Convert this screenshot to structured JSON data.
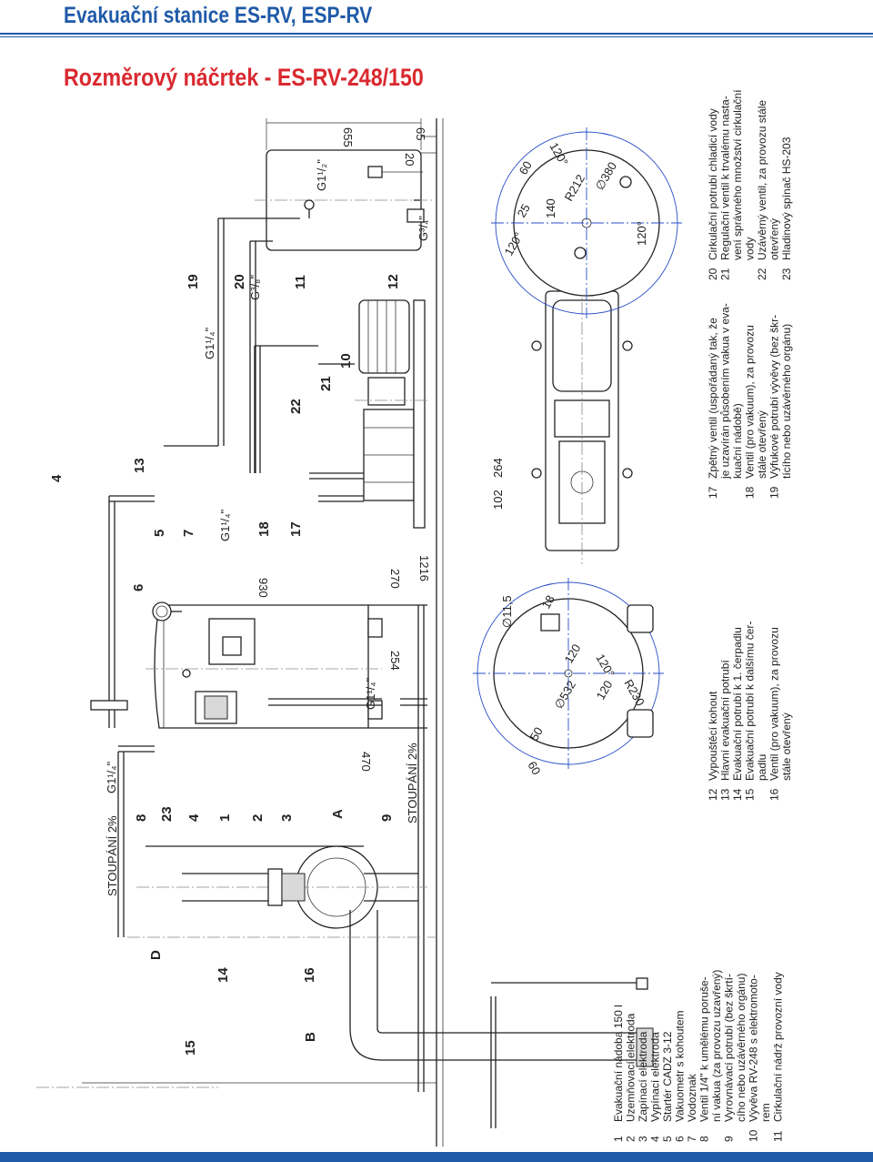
{
  "header": {
    "title": "Evakuační stanice ES-RV, ESP-RV",
    "subtitle": "Rozměrový náčrtek - ES-RV-248/150"
  },
  "dimensions": {
    "d655": "655",
    "d65": "65",
    "d20": "20",
    "d1216": "1216",
    "d930": "930",
    "d270": "270",
    "d254": "254",
    "d470": "470",
    "d102": "102",
    "d264": "264",
    "d11_5": "∅11,5",
    "d18": "18",
    "d120a": "120",
    "d120b": "120°",
    "d120c": "120",
    "d532": "∅532",
    "d230": "R230",
    "d50": "50",
    "d60a": "60",
    "d120d": "120°",
    "d25": "25",
    "d60b": "60",
    "d140": "140",
    "d212": "R212",
    "d380": "∅380",
    "d120e": "120°",
    "d120f": "120°"
  },
  "pipe_labels": {
    "g114_top": "G1¹/₄\"",
    "g38": "G³/₈\"",
    "g112": "G1¹/₂\"",
    "g34": "G³/₄\"",
    "g114_mid": "G1¹/₄\"",
    "g114_low": "G1¹/₄\"",
    "g114_left": "G1¹/₄\""
  },
  "slope_labels": {
    "upper": "STOUPÁNÍ  2%",
    "lower": "STOUPÁNÍ  2%"
  },
  "letters": {
    "a": "A",
    "b": "B",
    "d": "D"
  },
  "callouts": [
    "1",
    "2",
    "3",
    "4",
    "5",
    "6",
    "7",
    "8",
    "9",
    "10",
    "11",
    "12",
    "13",
    "14",
    "15",
    "16",
    "17",
    "18",
    "19",
    "20",
    "21",
    "22",
    "23",
    "4"
  ],
  "legend_left": [
    {
      "num": "1",
      "text": "Evakuační nádoba 150 l"
    },
    {
      "num": "2",
      "text": "Uzemňovací elektroda"
    },
    {
      "num": "3",
      "text": "Zapínací elektroda"
    },
    {
      "num": "4",
      "text": "Vypínací elektroda"
    },
    {
      "num": "5",
      "text": "Startér CADZ 3-12"
    },
    {
      "num": "6",
      "text": "Vakuometr s kohoutem"
    },
    {
      "num": "7",
      "text": "Vodoznak"
    },
    {
      "num": "8",
      "text": "Ventil 1/4\" k umělému poruše-"
    },
    {
      "num": "",
      "text": "ní vakua (za provozu uzavřený)"
    },
    {
      "num": "9",
      "text": "Vyrovnávací potrubí (bez škrtí-"
    },
    {
      "num": "",
      "text": "cího nebo uzávěrného orgánu)"
    },
    {
      "num": "10",
      "text": "Vývěva RV-248 s elektromoto-"
    },
    {
      "num": "",
      "text": "rem"
    },
    {
      "num": "11",
      "text": "Cirkulační nádrž provozní vody"
    }
  ],
  "legend_mid": [
    {
      "num": "12",
      "text": "Vypouštěcí kohout"
    },
    {
      "num": "13",
      "text": "Hlavní evakuační potrubí"
    },
    {
      "num": "14",
      "text": "Evakuační potrubí k 1. čerpadlu"
    },
    {
      "num": "15",
      "text": "Evakuační potrubí k dalšímu čer-"
    },
    {
      "num": "",
      "text": "padlu"
    },
    {
      "num": "16",
      "text": "Ventil (pro vakuum), za provozu"
    },
    {
      "num": "",
      "text": "stále otevřený"
    }
  ],
  "legend_mid2": [
    {
      "num": "17",
      "text": "Zpětný ventil (uspořádaný tak, že"
    },
    {
      "num": "",
      "text": "je uzavírán působením vakua v eva-"
    },
    {
      "num": "",
      "text": "kuační nádobě)"
    },
    {
      "num": "18",
      "text": "Ventil (pro vakuum), za provozu"
    },
    {
      "num": "",
      "text": "stále otevřený"
    },
    {
      "num": "19",
      "text": "Výfukové potrubí vývěvy (bez škr-"
    },
    {
      "num": "",
      "text": "tícího nebo uzávěrného orgánu)"
    }
  ],
  "legend_right": [
    {
      "num": "20",
      "text": "Cirkulační potrubí chladicí vody"
    },
    {
      "num": "21",
      "text": "Regulační ventil k trvalému nasta-"
    },
    {
      "num": "",
      "text": "vení správného množství cirkulační"
    },
    {
      "num": "",
      "text": "vody"
    },
    {
      "num": "22",
      "text": "Uzávěrný ventil, za provozu stále"
    },
    {
      "num": "",
      "text": "otevřený"
    },
    {
      "num": "23",
      "text": "Hladinový spínač HS-203"
    }
  ]
}
